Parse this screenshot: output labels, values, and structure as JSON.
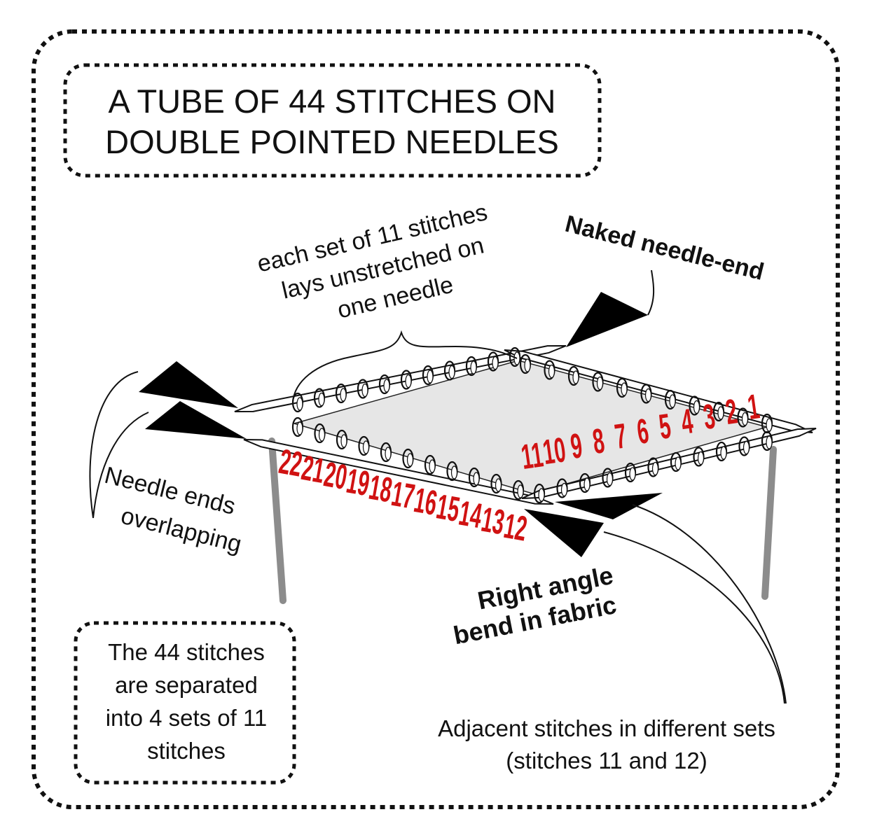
{
  "title": {
    "line1": "A TUBE OF 44 STITCHES ON",
    "line2": "DOUBLE POINTED NEEDLES"
  },
  "labels": {
    "each_set": [
      "each set of 11 stitches",
      "lays unstretched on",
      "one needle"
    ],
    "naked_end": "Naked needle-end",
    "needle_ends": [
      "Needle ends",
      "overlapping"
    ],
    "right_angle": [
      "Right angle",
      "bend in fabric"
    ],
    "adjacent": [
      "Adjacent stitches in different sets",
      "(stitches 11 and 12)"
    ],
    "summary": [
      "The 44 stitches",
      "are separated",
      "into 4 sets of 11",
      "stitches"
    ]
  },
  "stitch_numbers": {
    "right_back": [
      "1",
      "2",
      "3",
      "4",
      "5",
      "6",
      "7",
      "8",
      "9",
      "10",
      "11"
    ],
    "front": [
      "12",
      "13",
      "14",
      "15",
      "16",
      "17",
      "18",
      "19",
      "20",
      "21",
      "22"
    ]
  },
  "colors": {
    "numbers": "#d01212",
    "ink": "#111111",
    "fabric": "#e6e6e6",
    "needle": "#ffffff",
    "post": "#8c8c8c"
  }
}
